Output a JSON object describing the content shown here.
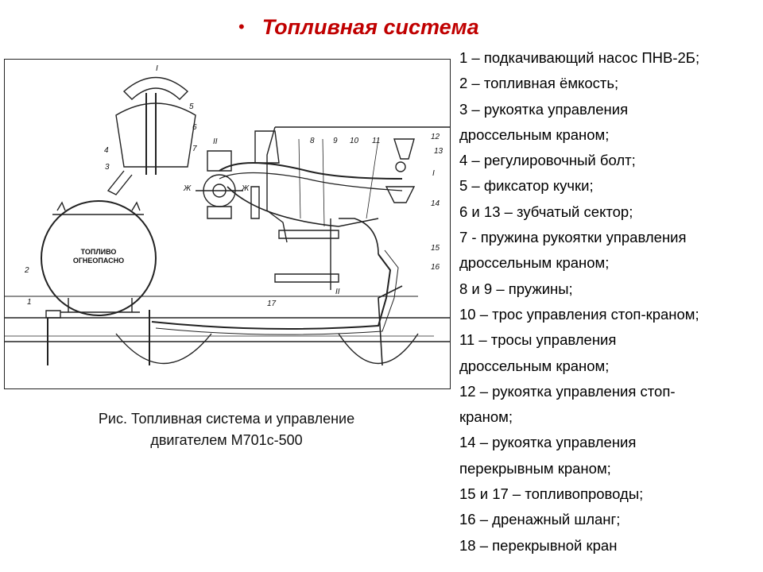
{
  "slide": {
    "title": "Топливная система",
    "bullet": "•"
  },
  "figure": {
    "caption_line1": "Рис. Топливная система и управление",
    "caption_line2": "двигателем М701с-500",
    "tank_text_line1": "ТОПЛИВО",
    "tank_text_line2": "ОГНЕОПАСНО",
    "callouts": [
      "1",
      "2",
      "3",
      "4",
      "5",
      "6",
      "7",
      "8",
      "9",
      "10",
      "11",
      "12",
      "13",
      "14",
      "15",
      "16",
      "17"
    ],
    "view_marks": [
      "I",
      "II",
      "I",
      "II",
      "Ж",
      "Ж"
    ]
  },
  "legend": {
    "items": [
      "1 – подкачивающий насос ПНВ-2Б;",
      "2 – топливная ёмкость;",
      "3 – рукоятка управления",
      "дроссельным краном;",
      "4 – регулировочный   болт;",
      "5 – фиксатор кучки;",
      "6 и 13 – зубчатый сектор;",
      "7 - пружина рукоятки управления",
      "дроссельным краном;",
      "8 и 9 – пружины;",
      "10 – трос управления стоп-краном;",
      "11 – тросы управления",
      "дроссельным краном;",
      "12 – рукоятка управления стоп-",
      "краном;",
      "14 – рукоятка управления",
      "перекрывным краном;",
      "15 и 17 – топливопроводы;",
      "16 – дренажный шланг;",
      "18 – перекрывной кран"
    ]
  }
}
